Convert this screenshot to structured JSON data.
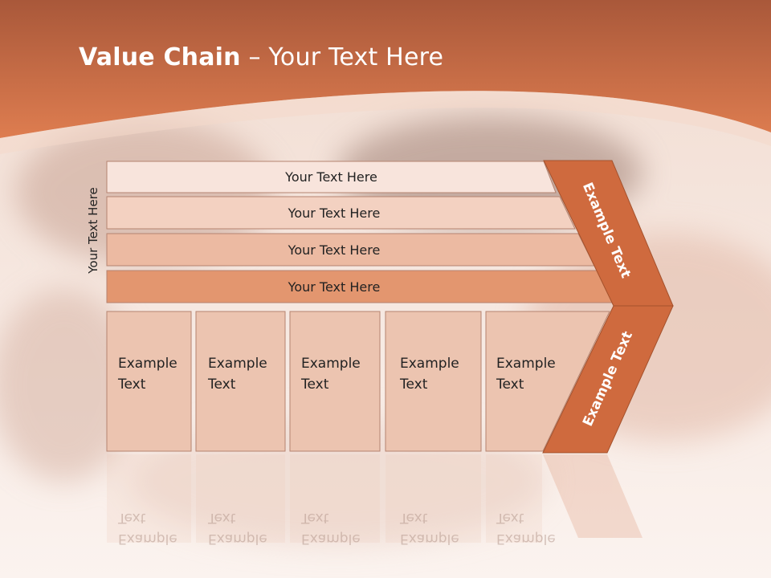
{
  "title": {
    "bold": "Value Chain",
    "rest": " – Your Text Here"
  },
  "side_label": "Your Text Here",
  "rows": [
    {
      "label": "Your Text Here",
      "color": "#f8e4dc"
    },
    {
      "label": "Your Text Here",
      "color": "#f3d1c1"
    },
    {
      "label": "Your Text Here",
      "color": "#ecbaa2"
    },
    {
      "label": "Your Text Here",
      "color": "#e3966f"
    }
  ],
  "boxes": [
    {
      "line1": "Example",
      "line2": "Text"
    },
    {
      "line1": "Example",
      "line2": "Text"
    },
    {
      "line1": "Example",
      "line2": "Text"
    },
    {
      "line1": "Example",
      "line2": "Text"
    },
    {
      "line1": "Example",
      "line2": "Text"
    }
  ],
  "chevron_top": "Example Text",
  "chevron_bottom": "Example Text",
  "colors": {
    "accent": "#cf6a3e",
    "header": "#c96a40",
    "box": "#ecc4b0"
  }
}
